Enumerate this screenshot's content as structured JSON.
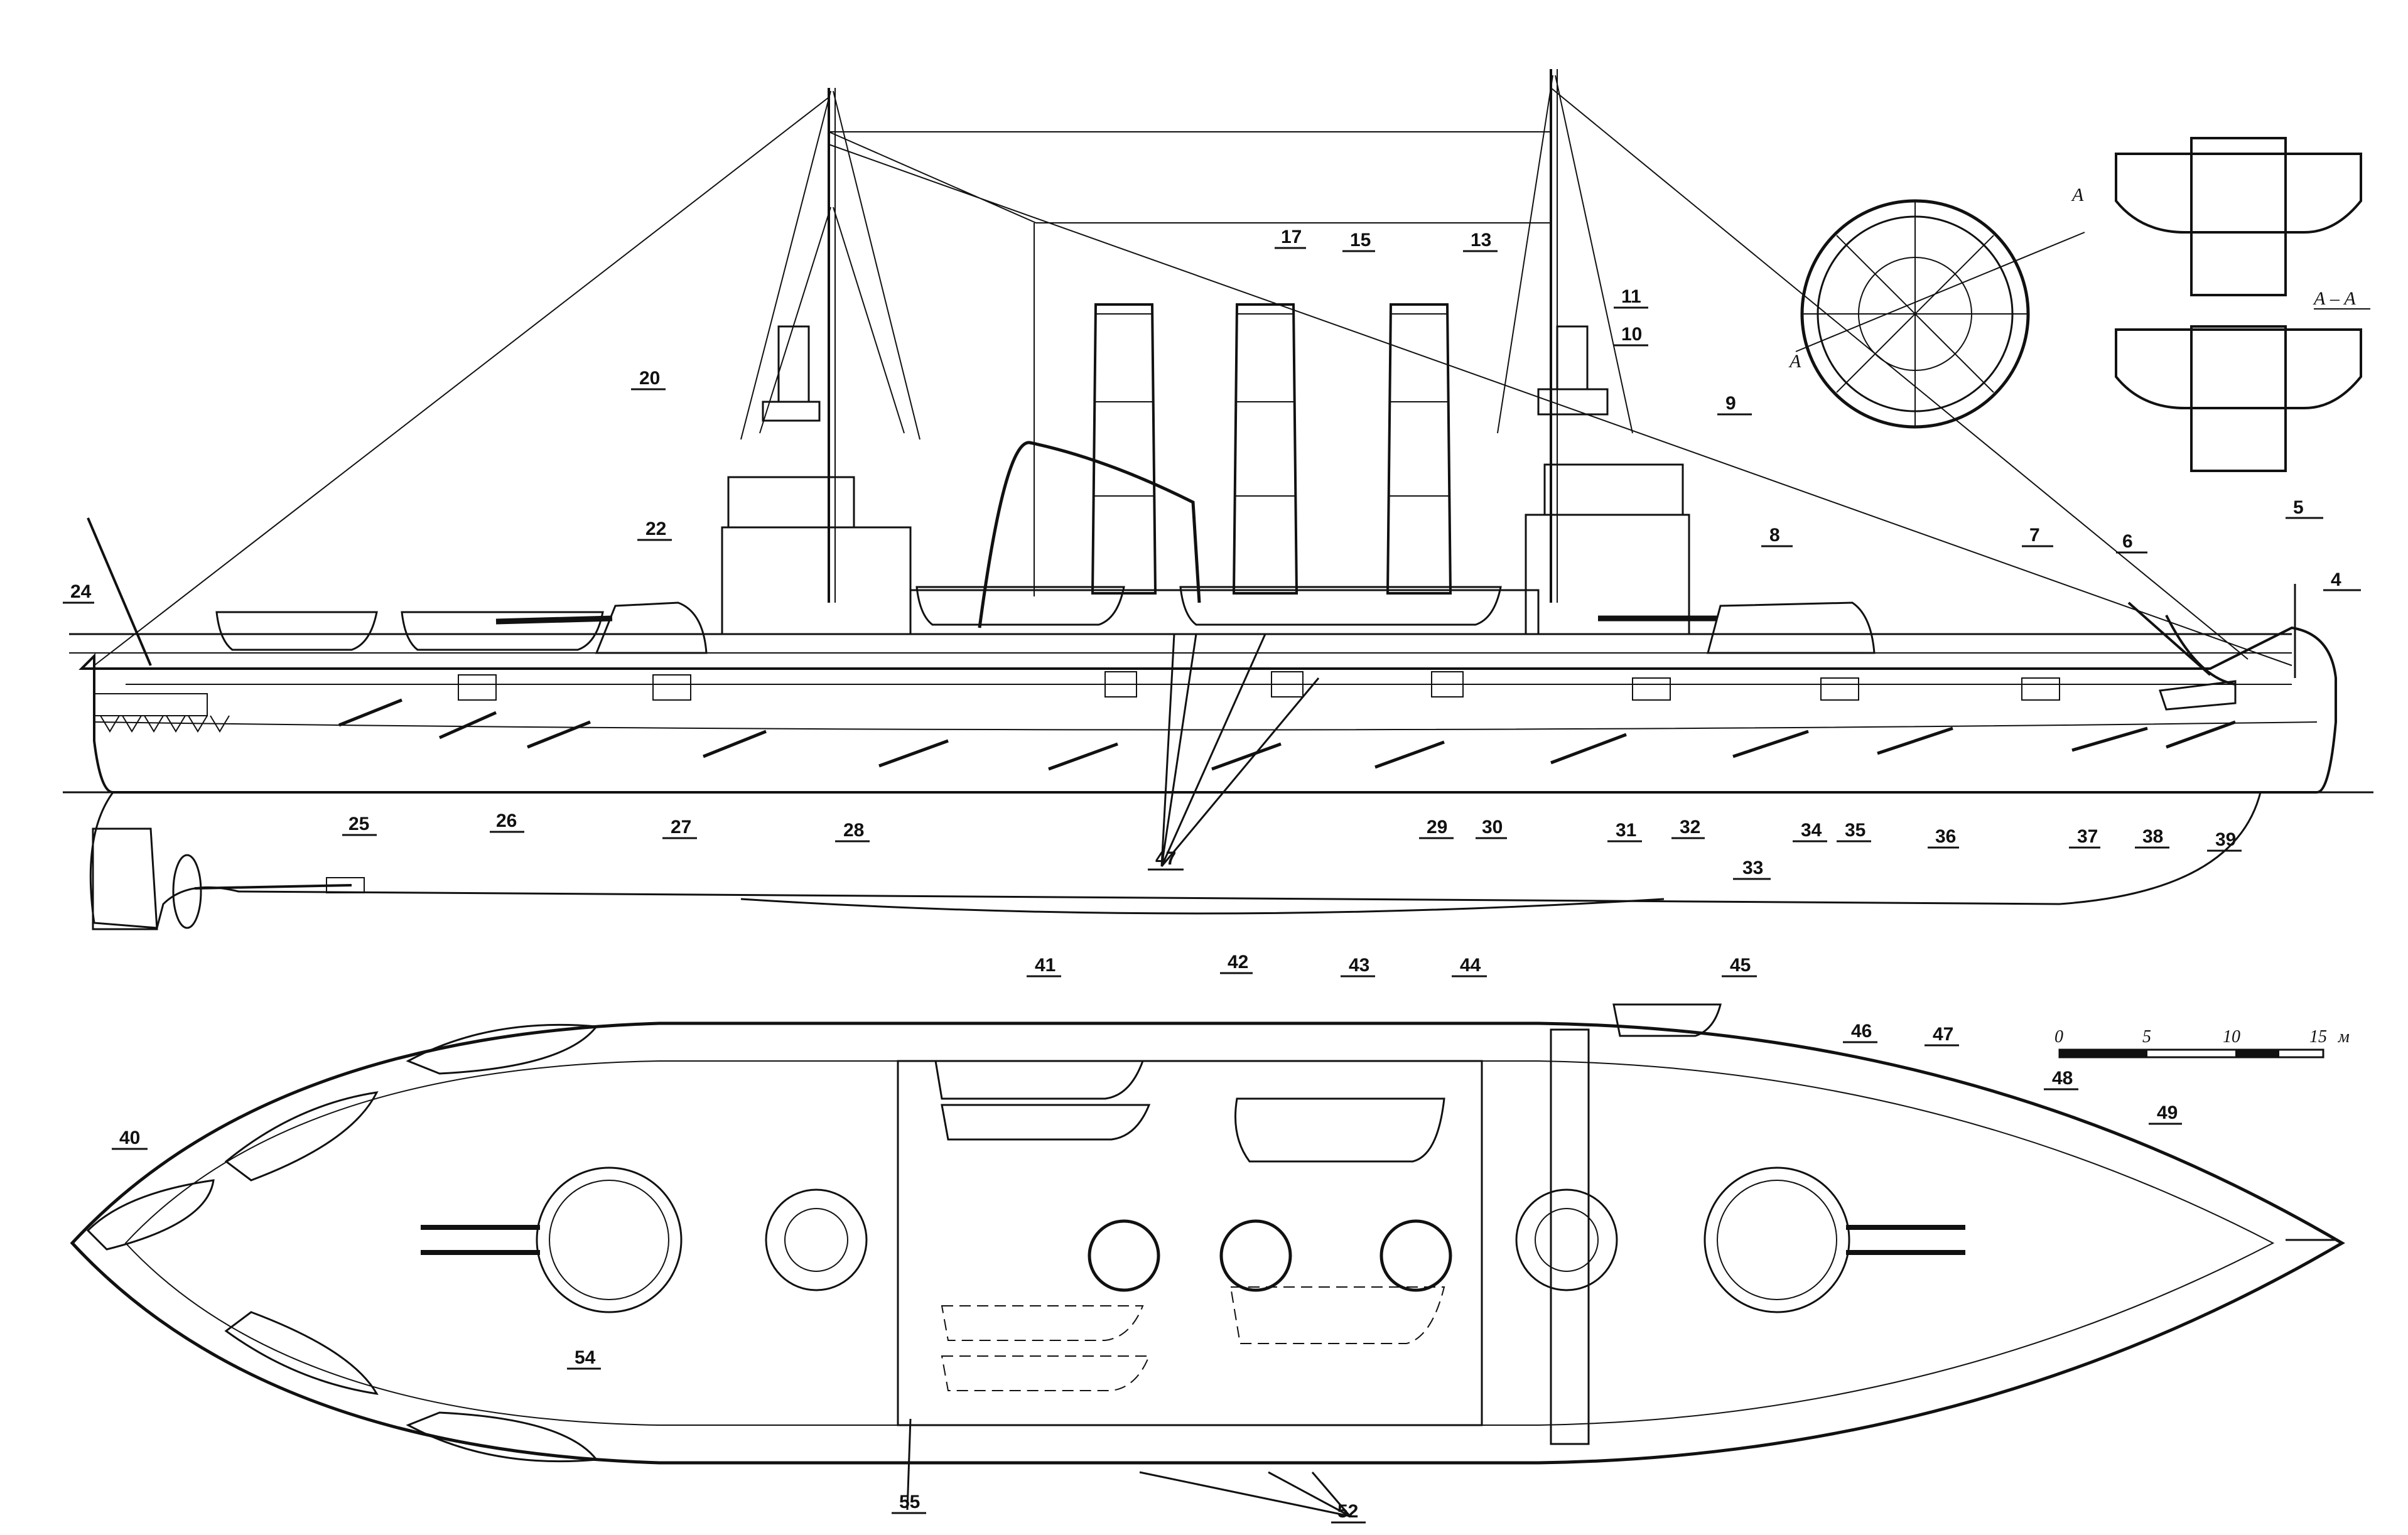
{
  "callouts_profile": [
    "4",
    "5",
    "6",
    "7",
    "8",
    "9",
    "10",
    "11",
    "13",
    "15",
    "17",
    "20",
    "22",
    "24",
    "25",
    "26",
    "27",
    "28",
    "29",
    "30",
    "31",
    "32",
    "33",
    "34",
    "35",
    "36",
    "37",
    "38",
    "39",
    "47"
  ],
  "callouts_plan": [
    "40",
    "41",
    "42",
    "43",
    "44",
    "45",
    "46",
    "47",
    "48",
    "49",
    "52",
    "54",
    "55"
  ],
  "scale": {
    "ticks": [
      "0",
      "5",
      "10",
      "15"
    ],
    "unit": "м"
  },
  "section": {
    "cut_label": "А",
    "title": "А – А"
  }
}
